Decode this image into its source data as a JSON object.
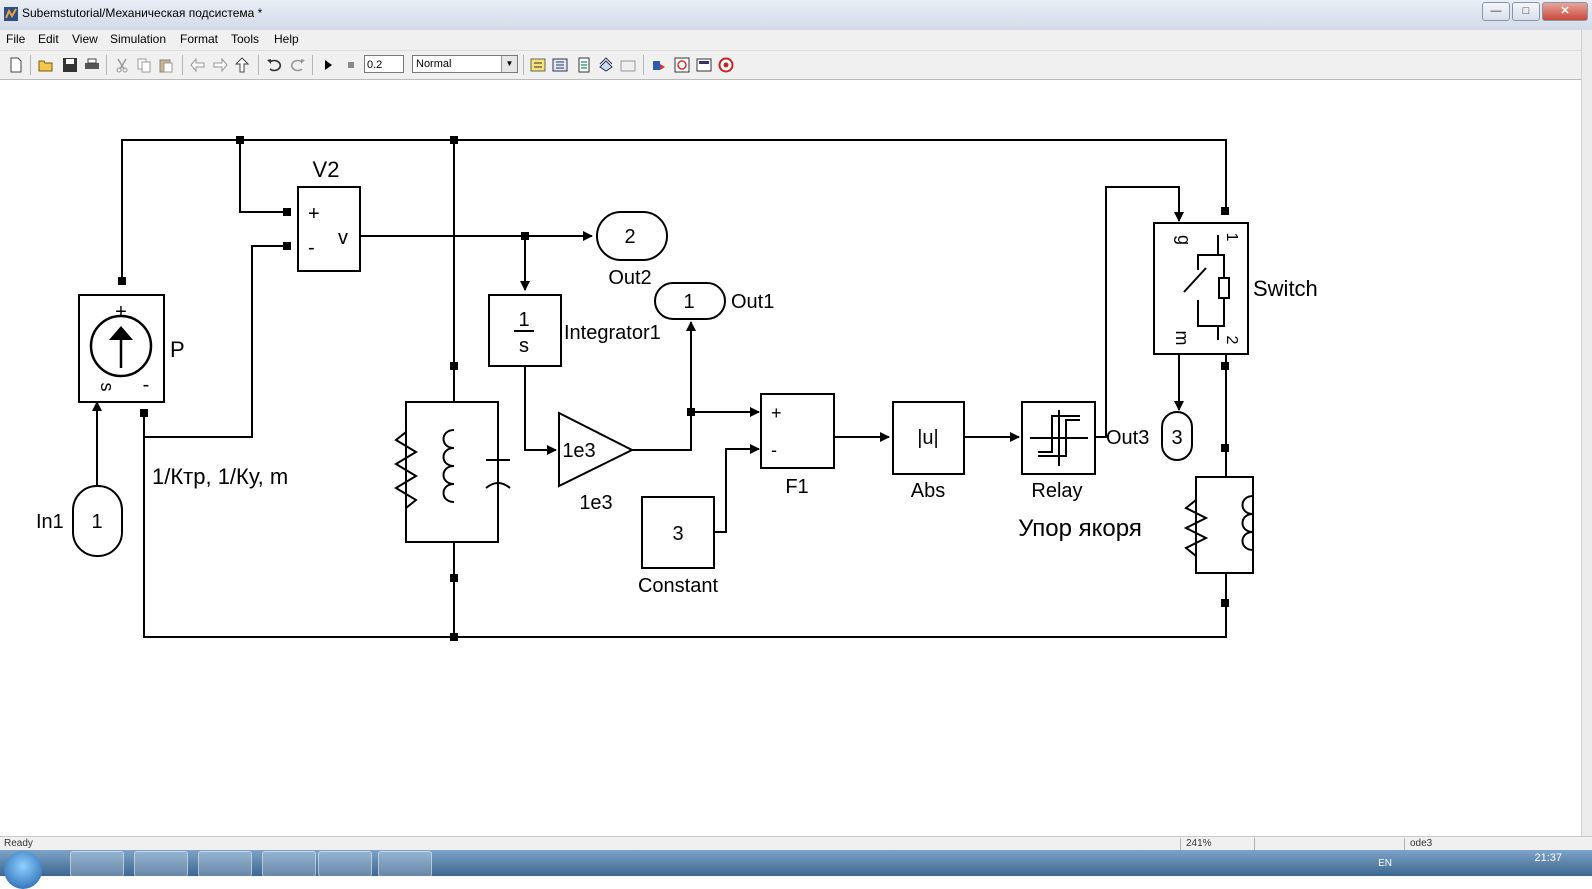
{
  "window": {
    "title": "Subemstutorial/Механическая подсистема *",
    "controls": {
      "minimize": "—",
      "maximize": "□",
      "close": "✕"
    }
  },
  "menu": [
    "File",
    "Edit",
    "View",
    "Simulation",
    "Format",
    "Tools",
    "Help"
  ],
  "toolbar": {
    "stop_time": "0.2",
    "sim_mode": "Normal",
    "icons": [
      "new-icon",
      "open-icon",
      "save-icon",
      "print-icon",
      "cut-icon",
      "copy-icon",
      "paste-icon",
      "back-icon",
      "forward-icon",
      "up-icon",
      "undo-icon",
      "redo-icon",
      "start-simulation-icon",
      "stop-simulation-icon",
      "build-icon",
      "update-icon",
      "library-browser-icon",
      "model-explorer-icon",
      "debugger-icon",
      "sim-explorer-icon"
    ]
  },
  "diagram": {
    "blocks": {
      "v2": {
        "name": "V2",
        "plus": "+",
        "minus": "-",
        "out": "v"
      },
      "p": {
        "name": "P",
        "plus": "+",
        "s": "s",
        "minus": "-",
        "params": "1/Ктр, 1/Ку, m"
      },
      "in1": {
        "name": "In1",
        "number": "1"
      },
      "out2": {
        "name": "Out2",
        "number": "2"
      },
      "out1": {
        "name": "Out1",
        "number": "1"
      },
      "out3": {
        "name": "Out3",
        "number": "3"
      },
      "integrator": {
        "name": "Integrator1",
        "num": "1",
        "den": "s"
      },
      "gain": {
        "name": "1e3",
        "value": "1e3"
      },
      "constant": {
        "name": "Constant",
        "value": "3"
      },
      "f1": {
        "name": "F1",
        "plus": "+",
        "minus": "-"
      },
      "abs": {
        "name": "Abs",
        "content": "|u|"
      },
      "relay": {
        "name": "Relay"
      },
      "switch": {
        "name": "Switch",
        "g": "g",
        "m": "m",
        "port1": "1",
        "port2": "2"
      },
      "stop_label": "Упор якоря"
    }
  },
  "status": {
    "text": "Ready",
    "zoom": "241%",
    "solver": "ode3"
  },
  "taskbar": {
    "lang": "EN",
    "time": "21:37"
  }
}
